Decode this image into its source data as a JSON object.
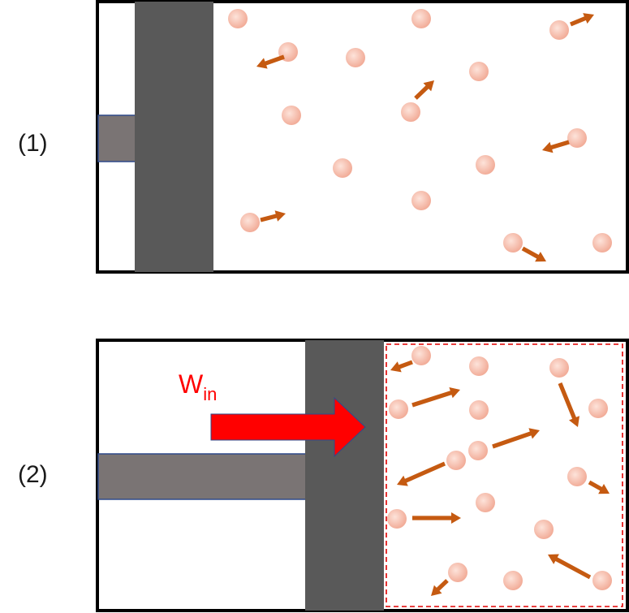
{
  "diagram": {
    "panel1": {
      "label": "(1)"
    },
    "panel2": {
      "label": "(2)",
      "work_label": "W",
      "work_subscript": "in"
    },
    "colors": {
      "particle_fill": "#f4b8a6",
      "particle_center": "#fde3da",
      "velocity_arrow": "#c55a11",
      "piston": "#595959",
      "rod": "#7a7474",
      "rod_edge": "#2f4a8a",
      "work_arrow": "#ff0000",
      "dashed_box": "#e00000",
      "container": "#000000"
    }
  }
}
